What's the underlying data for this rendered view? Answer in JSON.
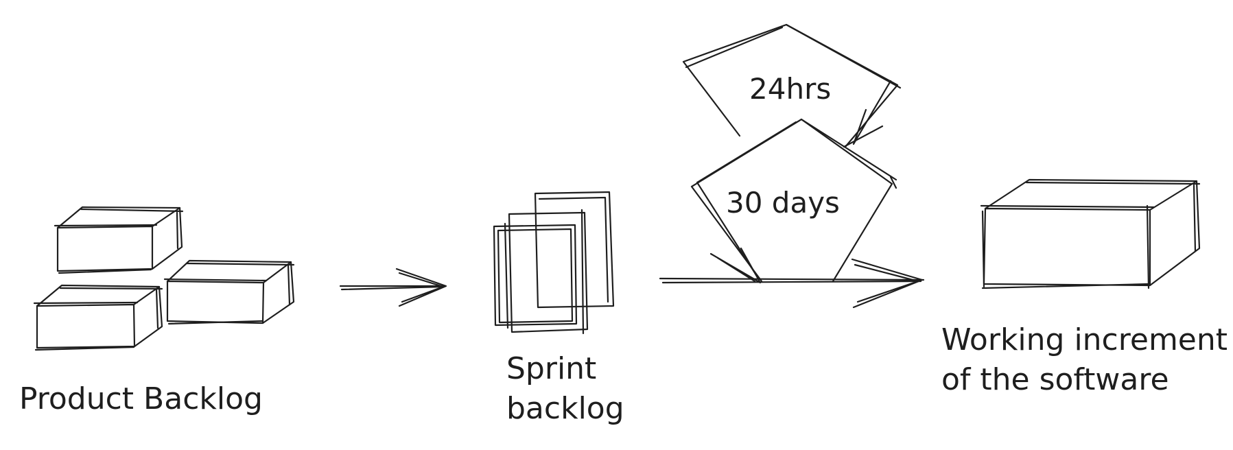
{
  "labels": {
    "product_backlog": "Product Backlog",
    "sprint_backlog_line1": "Sprint",
    "sprint_backlog_line2": "backlog",
    "daily_cycle": "24hrs",
    "sprint_cycle": "30 days",
    "increment_line1": "Working increment",
    "increment_line2": "of the software"
  },
  "colors": {
    "stroke": "#1e1e1e",
    "background": "#ffffff"
  }
}
